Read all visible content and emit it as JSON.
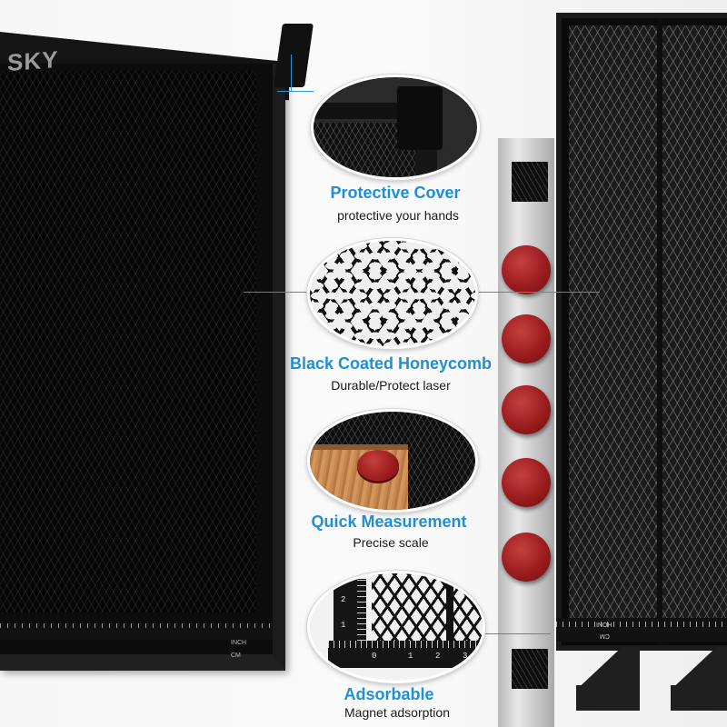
{
  "brand": {
    "logo_text": "SKY"
  },
  "colors": {
    "accent_blue": "#1f8fd6",
    "callout_line": "#2f94d4",
    "magnet_red": "#9b1c1e",
    "panel_black": "#0c0c0c"
  },
  "features": [
    {
      "title": "Protective Cover",
      "subtitle": "protective your hands"
    },
    {
      "title": "Black Coated Honeycomb",
      "subtitle": "Durable/Protect laser"
    },
    {
      "title": "Quick Measurement",
      "subtitle": "Precise scale"
    },
    {
      "title": "Adsorbable",
      "subtitle": "Magnet adsorption"
    }
  ],
  "ruler_labels": {
    "inch": "INCH",
    "cm": "CM",
    "inch_flipped": "HONI",
    "cm_flipped": "CM"
  },
  "measure_ruler_numbers": [
    "0",
    "1",
    "2",
    "3"
  ],
  "measure_ruler_v_numbers": [
    "2",
    "1"
  ]
}
